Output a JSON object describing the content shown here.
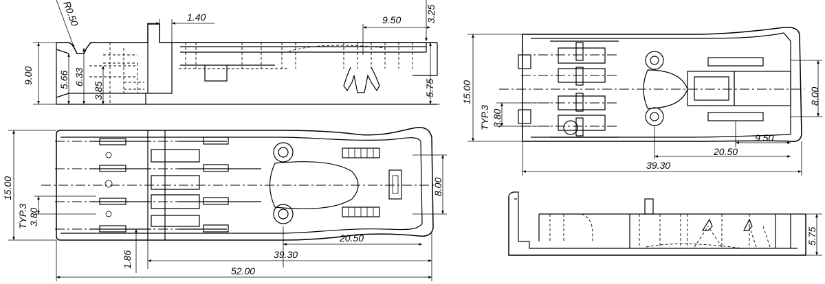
{
  "drawing": {
    "view_side_top": {
      "radius": "R0.50",
      "dims": [
        "1.40",
        "9.50",
        "3.25",
        "9.00",
        "5.66",
        "6.33",
        "3.85",
        "5.75"
      ]
    },
    "view_plan_main": {
      "dims": [
        "15.00",
        "TYP.3",
        "3.80",
        "8.00",
        "1.86",
        "20.50",
        "39.30",
        "52.00"
      ]
    },
    "view_plan_right": {
      "dims": [
        "15.00",
        "TYP.3",
        "3.80",
        "8.00",
        "9.50",
        "20.50",
        "39.30"
      ]
    },
    "view_side_bottom": {
      "dims": [
        "5.75"
      ]
    }
  }
}
